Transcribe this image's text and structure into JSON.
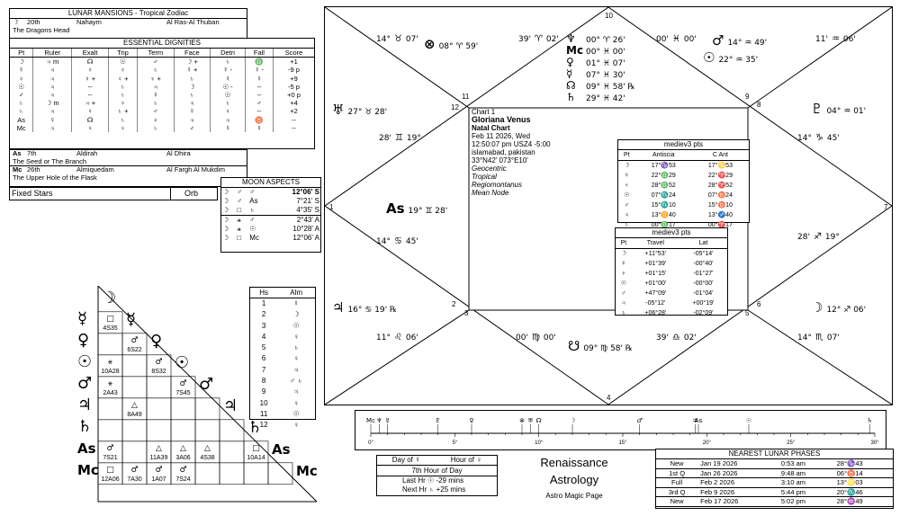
{
  "lunar": {
    "title": "LUNAR MANSIONS - Tropical Zodiac",
    "row1": {
      "glyph": "☽",
      "num": "20th",
      "name": "Nahaym",
      "star": "Al Ras-Al Thuban"
    },
    "row1_desc": "The Dragons Head",
    "row2": {
      "glyph": "As",
      "num": "7th",
      "name": "Aldirah",
      "star": "Al Dhira"
    },
    "row2_desc": "The Seed or The Branch",
    "row3": {
      "glyph": "Mc",
      "num": "26th",
      "name": "Almiquedam",
      "star": "Al Fargh Al Mukdim"
    },
    "row3_desc": "The Upper Hole of the Flask"
  },
  "dignities": {
    "title": "ESSENTIAL DIGNITIES",
    "headers": [
      "Pt",
      "Ruler",
      "Exalt",
      "Trip",
      "Term",
      "Face",
      "Detri",
      "Fall",
      "Score"
    ],
    "rows": [
      [
        "☽",
        "♃ m",
        "☊",
        "☉",
        "♂",
        "☽ +",
        "♄",
        "♎",
        "+1"
      ],
      [
        "☿",
        "♃",
        "♀",
        "♀",
        "♄",
        "☿ +",
        "☿ -",
        "☿ -",
        "-9 p"
      ],
      [
        "♀",
        "♃",
        "♀ +",
        "♀ +",
        "♀ +",
        "♄",
        "☿",
        "☿",
        "+9"
      ],
      [
        "☉",
        "♃",
        "--",
        "♄",
        "♃",
        "☽",
        "☉ -",
        "--",
        "-5 p"
      ],
      [
        "♂",
        "♃",
        "--",
        "♄",
        "☿",
        "♄",
        "☉",
        "--",
        "+0 p"
      ],
      [
        "♄",
        "☽ m",
        "♃ +",
        "♀",
        "♄",
        "♃",
        "♄",
        "♂",
        "+4"
      ],
      [
        "♄",
        "♃",
        "♀",
        "♄ +",
        "♂",
        "☿",
        "♀",
        "--",
        "+2"
      ],
      [
        "As",
        "☿",
        "☊",
        "♄",
        "♀",
        "♃",
        "♃",
        "♉",
        "--"
      ],
      [
        "Mc",
        "♃",
        "♀",
        "♀",
        "♄",
        "♂",
        "☿",
        "☿",
        "--"
      ]
    ]
  },
  "fixed_stars": {
    "label": "Fixed Stars",
    "orb": "Orb"
  },
  "moon_aspects": {
    "title": "MOON ASPECTS",
    "rows": [
      [
        "☽",
        "♂",
        "♂",
        "12°06' S"
      ],
      [
        "☽",
        "♂",
        "As",
        "7°21' S"
      ],
      [
        "☽",
        "□",
        "♄",
        "4°35' S"
      ],
      [
        "☽",
        "⚹",
        "♂",
        "2°43' A"
      ],
      [
        "☽",
        "⚹",
        "☉",
        "10°28' A"
      ],
      [
        "☽",
        "□",
        "Mc",
        "12°06' A"
      ]
    ]
  },
  "houses": {
    "headers": [
      "Hs",
      "Alm"
    ],
    "rows": [
      [
        "1",
        "☿"
      ],
      [
        "2",
        "☽"
      ],
      [
        "3",
        "☉"
      ],
      [
        "4",
        "♀"
      ],
      [
        "5",
        "♄"
      ],
      [
        "6",
        "♀"
      ],
      [
        "7",
        "♃"
      ],
      [
        "8",
        "♂ ♄"
      ],
      [
        "9",
        "♃"
      ],
      [
        "10",
        "♀"
      ],
      [
        "11",
        "☉"
      ],
      [
        "12",
        "♀"
      ]
    ]
  },
  "aspect_grid": {
    "planets": [
      "☽",
      "☿",
      "♀",
      "☉",
      "♂",
      "♃",
      "♄",
      "As",
      "Mc"
    ],
    "cells": [
      {
        "row": 1,
        "col": 0,
        "sym": "□",
        "val": "4S35"
      },
      {
        "row": 2,
        "col": 1,
        "sym": "♂",
        "val": "6S22"
      },
      {
        "row": 3,
        "col": 0,
        "sym": "⚹",
        "val": "10A28"
      },
      {
        "row": 3,
        "col": 2,
        "sym": "♂",
        "val": "8S32"
      },
      {
        "row": 4,
        "col": 0,
        "sym": "⚹",
        "val": "2A43"
      },
      {
        "row": 4,
        "col": 3,
        "sym": "♂",
        "val": "7S45"
      },
      {
        "row": 5,
        "col": 1,
        "sym": "△",
        "val": "8A49"
      },
      {
        "row": 7,
        "col": 0,
        "sym": "♂",
        "val": "7S21"
      },
      {
        "row": 7,
        "col": 2,
        "sym": "△",
        "val": "11A39"
      },
      {
        "row": 7,
        "col": 3,
        "sym": "△",
        "val": "3A06"
      },
      {
        "row": 7,
        "col": 4,
        "sym": "△",
        "val": "4S38"
      },
      {
        "row": 7,
        "col": 6,
        "sym": "□",
        "val": "10A14"
      },
      {
        "row": 8,
        "col": 0,
        "sym": "□",
        "val": "12A06"
      },
      {
        "row": 8,
        "col": 1,
        "sym": "♂",
        "val": "7A30"
      },
      {
        "row": 8,
        "col": 2,
        "sym": "♂",
        "val": "1A07"
      },
      {
        "row": 8,
        "col": 3,
        "sym": "♂",
        "val": "7S24"
      }
    ]
  },
  "chart": {
    "title": "Chart 1",
    "name": "Gloriana Venus",
    "subtitle": "Natal Chart",
    "date": "Feb 11 2026, Wed",
    "time": "12:50:07 pm  USZ4 -5:00",
    "place": "islamabad, pakistan",
    "coords": "33°N42' 073°E10'",
    "opt1": "Geocentric",
    "opt2": "Tropical",
    "opt3": "Regiomontanus",
    "opt4": "Mean Node",
    "house_numbers": [
      "1",
      "2",
      "3",
      "4",
      "5",
      "6",
      "7",
      "8",
      "9",
      "10",
      "11",
      "12"
    ],
    "outer_labels": [
      {
        "id": "cusp11",
        "deg": "14°",
        "sign": "♉",
        "min": "07'"
      },
      {
        "id": "pof",
        "glyph": "⊗",
        "text": "08° ♈ 59'"
      },
      {
        "id": "cusp10a",
        "deg": "39'",
        "sign": "♈",
        "min": "02'"
      },
      {
        "id": "mars",
        "glyph": "♂",
        "text": "14° ♒ 49'"
      },
      {
        "id": "sun",
        "glyph": "☉",
        "text": "22° ♒ 35'"
      },
      {
        "id": "cusp10b",
        "deg": "00'",
        "sign": "♓",
        "min": "00'"
      },
      {
        "id": "cusp9",
        "deg": "11'",
        "sign": "♒",
        "min": "06'"
      },
      {
        "id": "uranus",
        "glyph": "♅",
        "text": "27° ♉ 28'"
      },
      {
        "id": "pluto",
        "glyph": "♇",
        "text": "04° ♒ 01'"
      },
      {
        "id": "cusp12",
        "deg": "28'",
        "sign": "♊",
        "min": "19°"
      },
      {
        "id": "cusp8",
        "deg": "14°",
        "sign": "♑",
        "min": "45'"
      },
      {
        "id": "asc",
        "glyph": "As",
        "text": "19° ♊ 28'"
      },
      {
        "id": "cusp7",
        "deg": "28'",
        "sign": "♐",
        "min": "19°"
      },
      {
        "id": "cusp2",
        "deg": "14°",
        "sign": "♋",
        "min": "45'"
      },
      {
        "id": "jup",
        "glyph": "♃",
        "text": "16° ♋ 19' ℞"
      },
      {
        "id": "moon",
        "glyph": "☽",
        "text": "12° ♐ 06'"
      },
      {
        "id": "cusp3",
        "deg": "11°",
        "sign": "♌",
        "min": "06'"
      },
      {
        "id": "cusp4a",
        "deg": "00'",
        "sign": "♍",
        "min": "00'"
      },
      {
        "id": "node2",
        "glyph": "☋",
        "text": "09° ♍ 58' ℞"
      },
      {
        "id": "cusp4b",
        "deg": "39'",
        "sign": "♎",
        "min": "02'"
      },
      {
        "id": "cusp5",
        "deg": "14°",
        "sign": "♏",
        "min": "07'"
      }
    ],
    "stack": [
      {
        "glyph": "♆",
        "text": "00° ♈ 26'"
      },
      {
        "glyph": "Mc",
        "text": "00° ♓ 00'"
      },
      {
        "glyph": "♀",
        "text": "01° ♓ 07'"
      },
      {
        "glyph": "☿",
        "text": "07° ♓ 30'"
      },
      {
        "glyph": "☊",
        "text": "09° ♓ 58' ℞"
      },
      {
        "glyph": "♄",
        "text": "29° ♓ 42'"
      }
    ],
    "antiscia": {
      "title": "mediev3 pts",
      "headers": [
        "Pt",
        "Antiscia",
        "C Ant"
      ],
      "rows": [
        [
          "☽",
          "17°♑53",
          "17°♋53"
        ],
        [
          "☿",
          "22°♎29",
          "22°♈29"
        ],
        [
          "♀",
          "28°♎52",
          "28°♈52"
        ],
        [
          "☉",
          "07°♏24",
          "07°♉24"
        ],
        [
          "♂",
          "15°♏10",
          "15°♉10"
        ],
        [
          "♃",
          "13°♊40",
          "13°♐40"
        ],
        [
          "♄",
          "00°♎17",
          "00°♈17"
        ]
      ]
    },
    "travel": {
      "title": "mediev3 pts",
      "headers": [
        "Pt",
        "Travel",
        "Lat"
      ],
      "rows": [
        [
          "☽",
          "+11°53'",
          "-05°14'"
        ],
        [
          "☿",
          "+01°39'",
          "-00°40'"
        ],
        [
          "♀",
          "+01°15'",
          "-01°27'"
        ],
        [
          "☉",
          "+01°00'",
          "-00°00'"
        ],
        [
          "♂",
          "+47°09'",
          "-01°04'"
        ],
        [
          "♃",
          "-05°12'",
          "+00°19'"
        ],
        [
          "♄",
          "+06°28'",
          "-02°09'"
        ]
      ]
    }
  },
  "degree_bar": {
    "ticks": [
      "0°",
      "5°",
      "10°",
      "15°",
      "20°",
      "25°",
      "30°"
    ],
    "glyphs": [
      "Mc",
      "♆",
      "☿",
      "♀",
      "♅",
      "♇",
      "☊",
      "☉",
      "☽",
      "♂",
      "♃",
      "As",
      "⊗",
      "♄"
    ]
  },
  "day_hour": {
    "day_label": "Day of",
    "day_glyph": "☿",
    "hour_label": "Hour of",
    "hour_glyph": "♀",
    "hour_text": "7th Hour of Day",
    "last_label": "Last Hr",
    "last_glyph": "☉",
    "last_val": "-29 mins",
    "next_label": "Next Hr",
    "next_glyph": "♄",
    "next_val": "+25 mins"
  },
  "brand": {
    "line1": "Renaissance",
    "line2": "Astrology",
    "line3": "Astro Magic Page"
  },
  "phases": {
    "title": "NEAREST LUNAR PHASES",
    "rows": [
      [
        "New",
        "Jan 19 2026",
        "0:53 am",
        "28°♑43"
      ],
      [
        "1st Q",
        "Jan 26 2026",
        "9:48 am",
        "06°♉14"
      ],
      [
        "Full",
        "Feb 2 2026",
        "3:10 am",
        "13°♌03"
      ],
      [
        "3rd Q",
        "Feb 9 2026",
        "5:44 pm",
        "20°♏46"
      ],
      [
        "New",
        "Feb 17 2026",
        "5:02 pm",
        "28°♒49"
      ]
    ]
  }
}
